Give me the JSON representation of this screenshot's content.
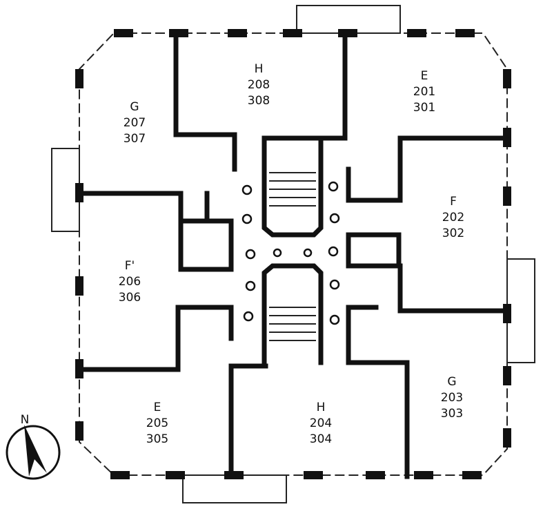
{
  "units": [
    {
      "letter": "H",
      "floor2": "208",
      "floor3": "308"
    },
    {
      "letter": "E",
      "floor2": "201",
      "floor3": "301"
    },
    {
      "letter": "G",
      "floor2": "207",
      "floor3": "307"
    },
    {
      "letter": "F",
      "floor2": "202",
      "floor3": "302"
    },
    {
      "letter": "F'",
      "floor2": "206",
      "floor3": "306"
    },
    {
      "letter": "E",
      "floor2": "205",
      "floor3": "305"
    },
    {
      "letter": "H",
      "floor2": "204",
      "floor3": "304"
    },
    {
      "letter": "G",
      "floor2": "203",
      "floor3": "303"
    }
  ],
  "compass": {
    "label": "N"
  }
}
